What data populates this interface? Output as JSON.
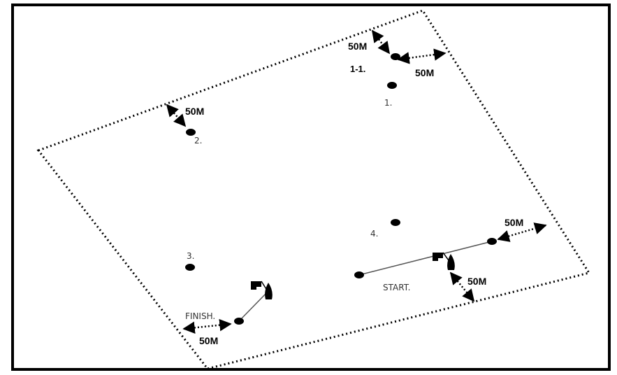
{
  "distance_labels": {
    "mark_1_1_top": "50M",
    "mark_1_1_right": "50M",
    "mark_2": "50M",
    "start_right": "50M",
    "start_bottom": "50M",
    "finish": "50M"
  },
  "mark_labels": {
    "mark_1_1": "1-1.",
    "mark_1": "1.",
    "mark_2": "2.",
    "mark_3": "3.",
    "mark_4": "4.",
    "start": "START.",
    "finish": "FINISH."
  },
  "colors": {
    "line": "#000000",
    "text_light": "#333333"
  }
}
